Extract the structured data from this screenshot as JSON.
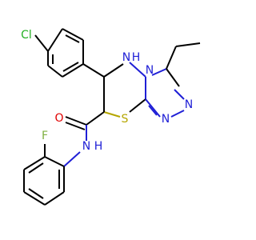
{
  "molecule": {
    "atoms": {
      "cl": {
        "label": "Cl",
        "color": "#23b023"
      },
      "nh_ring": {
        "label": "H",
        "n": "N",
        "color": "#1f1fd6"
      },
      "n_bridge": {
        "label": "N",
        "color": "#1f1fd6"
      },
      "n_triazole_1": {
        "label": "N",
        "color": "#1f1fd6"
      },
      "n_triazole_2": {
        "label": "N",
        "color": "#1f1fd6"
      },
      "o": {
        "label": "O",
        "color": "#e00000"
      },
      "s": {
        "label": "S",
        "color": "#b5a600"
      },
      "nh_amide": {
        "label": "N",
        "h": "H",
        "color": "#1f1fd6"
      },
      "f": {
        "label": "F",
        "color": "#7fb040"
      }
    }
  }
}
